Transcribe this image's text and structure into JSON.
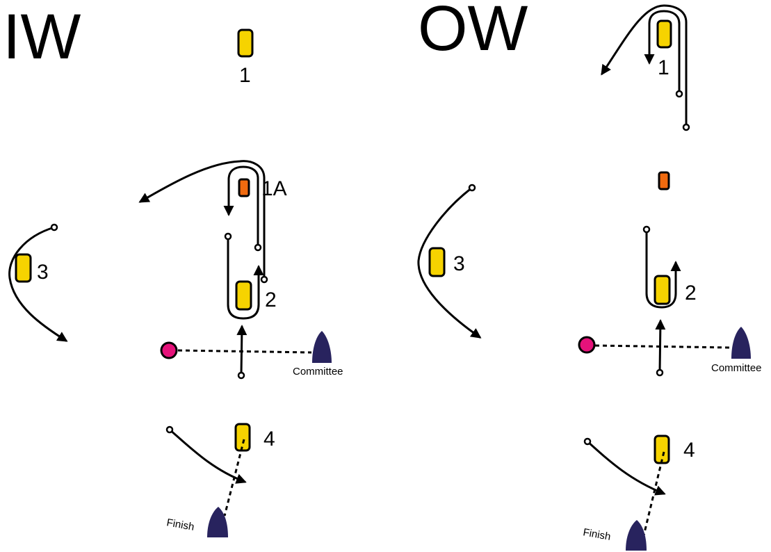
{
  "colors": {
    "mark_yellow": "#f6d300",
    "mark_orange": "#f06a0f",
    "pin_pink": "#e5127a",
    "boat_navy": "#28235e",
    "line": "#000000"
  },
  "inner": {
    "title": "IW",
    "mark1": "1",
    "mark1a": "1A",
    "mark2": "2",
    "mark3": "3",
    "mark4": "4",
    "committee": "Committee",
    "finish": "Finish"
  },
  "outer": {
    "title": "OW",
    "mark1": "1",
    "mark2": "2",
    "mark3": "3",
    "mark4": "4",
    "committee": "Committee",
    "finish": "Finish"
  }
}
